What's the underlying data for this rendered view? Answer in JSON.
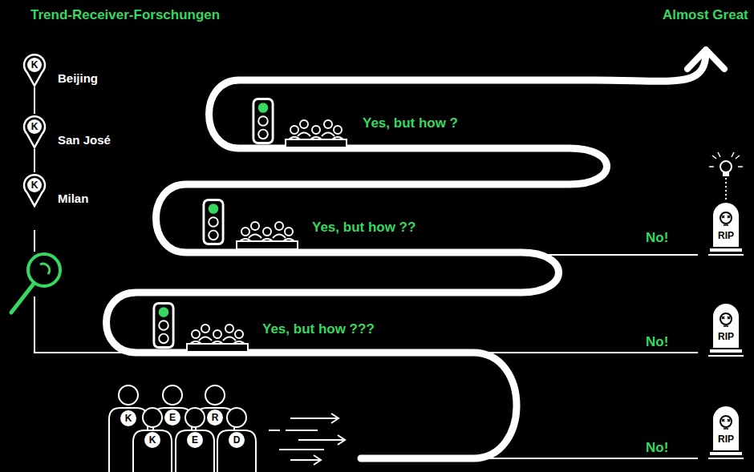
{
  "diagram": {
    "title": "Trend-Receiver-Forschungen",
    "nodes": [
      {
        "text": [
          "K",
          "Beijing"
        ]
      },
      {
        "text": [
          "K",
          "San José"
        ]
      },
      {
        "text": [
          "K",
          "Milan"
        ]
      },
      {
        "text": [
          "RIP"
        ]
      },
      {
        "text": [
          "RIP"
        ]
      },
      {
        "text": [
          "RIP"
        ]
      },
      {
        "text": [
          "K"
        ]
      },
      {
        "text": [
          "E"
        ]
      },
      {
        "text": [
          "R"
        ]
      },
      {
        "text": [
          "K"
        ]
      },
      {
        "text": [
          "E"
        ]
      },
      {
        "text": [
          "D"
        ]
      }
    ],
    "edges": [
      {
        "from": 0,
        "to": 1,
        "arrow": "none"
      },
      {
        "from": 1,
        "to": 2,
        "arrow": "none"
      }
    ],
    "labels": [
      "Almost Great",
      "Yes, but how ?",
      "Yes, but how ??",
      "Yes, but how ???",
      "No!",
      "No!",
      "No!"
    ]
  }
}
